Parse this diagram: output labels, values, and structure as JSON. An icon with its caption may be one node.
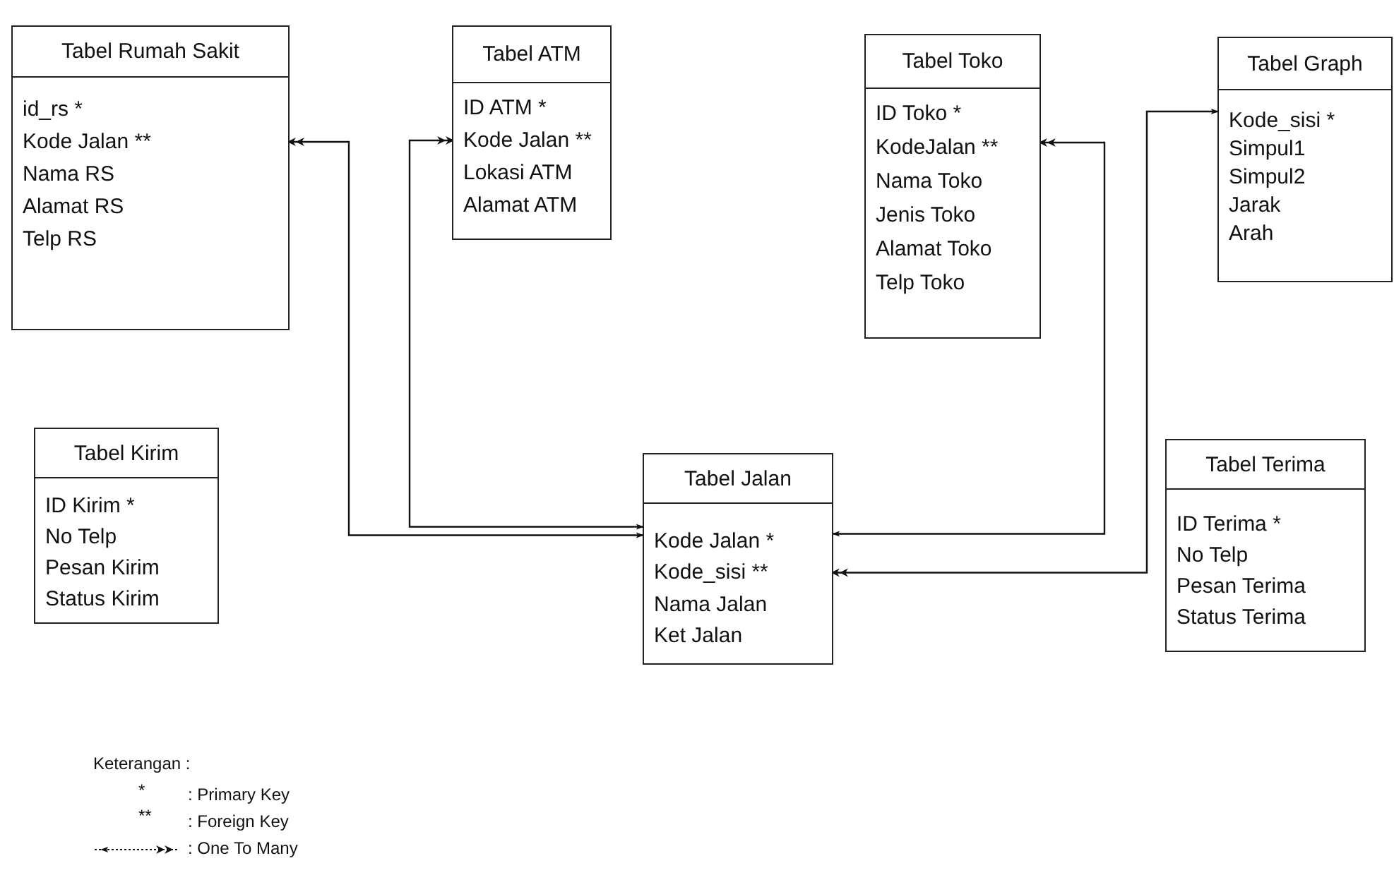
{
  "diagram": {
    "nodes": [
      {
        "text": [
          "Tabel Rumah Sakit"
        ]
      },
      {
        "text": [
          "id_rs *"
        ],
        "in": 0
      },
      {
        "text": [
          "Kode Jalan **"
        ],
        "in": 0
      },
      {
        "text": [
          "Nama RS"
        ],
        "in": 0
      },
      {
        "text": [
          "Alamat RS"
        ],
        "in": 0
      },
      {
        "text": [
          "Telp RS"
        ],
        "in": 0
      },
      {
        "text": [
          "Tabel ATM"
        ]
      },
      {
        "text": [
          "ID ATM *"
        ],
        "in": 6
      },
      {
        "text": [
          "Kode Jalan **"
        ],
        "in": 6
      },
      {
        "text": [
          "Lokasi ATM"
        ],
        "in": 6
      },
      {
        "text": [
          "Alamat ATM"
        ],
        "in": 6
      },
      {
        "text": [
          "Tabel Toko"
        ]
      },
      {
        "text": [
          "ID Toko *"
        ],
        "in": 11
      },
      {
        "text": [
          "KodeJalan **"
        ],
        "in": 11
      },
      {
        "text": [
          "Nama Toko"
        ],
        "in": 11
      },
      {
        "text": [
          "Jenis Toko"
        ],
        "in": 11
      },
      {
        "text": [
          "Alamat Toko"
        ],
        "in": 11
      },
      {
        "text": [
          "Telp Toko"
        ],
        "in": 11
      },
      {
        "text": [
          "Tabel Graph"
        ]
      },
      {
        "text": [
          "Kode_sisi *"
        ],
        "in": 18
      },
      {
        "text": [
          "Simpul1"
        ],
        "in": 18
      },
      {
        "text": [
          "Simpul2"
        ],
        "in": 18
      },
      {
        "text": [
          "Jarak"
        ],
        "in": 18
      },
      {
        "text": [
          "Arah"
        ],
        "in": 18
      },
      {
        "text": [
          "Tabel Kirim"
        ]
      },
      {
        "text": [
          "ID Kirim *"
        ],
        "in": 24
      },
      {
        "text": [
          "No Telp"
        ],
        "in": 24
      },
      {
        "text": [
          "Pesan Kirim"
        ],
        "in": 24
      },
      {
        "text": [
          "Status Kirim"
        ],
        "in": 24
      },
      {
        "text": [
          "Tabel Jalan"
        ]
      },
      {
        "text": [
          "Kode Jalan *"
        ],
        "in": 29
      },
      {
        "text": [
          "Kode_sisi **"
        ],
        "in": 29
      },
      {
        "text": [
          "Nama Jalan"
        ],
        "in": 29
      },
      {
        "text": [
          "Ket Jalan"
        ],
        "in": 29
      },
      {
        "text": [
          "Tabel Terima"
        ]
      },
      {
        "text": [
          "ID Terima *"
        ],
        "in": 34
      },
      {
        "text": [
          "No Telp"
        ],
        "in": 34
      },
      {
        "text": [
          "Pesan Terima"
        ],
        "in": 34
      },
      {
        "text": [
          "Status Terima"
        ],
        "in": 34
      }
    ],
    "edges": [
      {
        "from": 30,
        "to": 2,
        "arrow": "both"
      },
      {
        "from": 30,
        "to": 8,
        "arrow": "both"
      },
      {
        "from": 30,
        "to": 13,
        "arrow": "both"
      },
      {
        "from": 19,
        "to": 31,
        "arrow": "both"
      }
    ],
    "labels": [
      "Keterangan :",
      "*",
      ": Primary Key",
      "**",
      ": Foreign Key"
    ],
    "legend": [
      {
        "text": ": One To Many"
      }
    ]
  }
}
